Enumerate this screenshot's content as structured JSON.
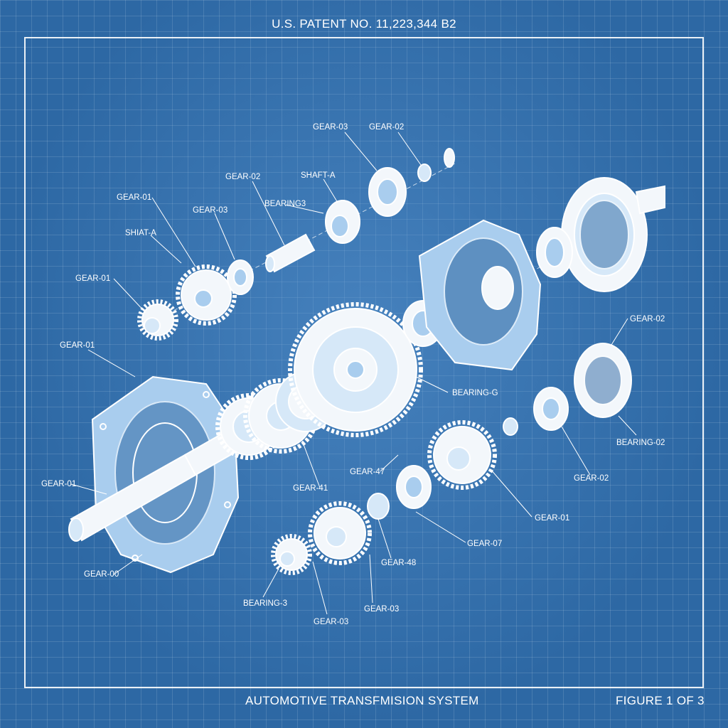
{
  "header": {
    "patent_number": "U.S. PATENT NO. 11,223,344 B2"
  },
  "footer": {
    "title": "AUTOMOTIVE TRANSFMISION SYSTEM",
    "figure": "FIGURE 1 OF 3"
  },
  "labels": {
    "gear03_top": "GEAR-03",
    "gear02_top": "GEAR-02",
    "gear02_upper": "GEAR-02",
    "shaft_a_upper": "SHAFT-A",
    "bearing_upper": "BEARING3",
    "gear01_upper_left": "GEAR-01",
    "gear03_upper_left": "GEAR-03",
    "shaft_a_left": "SHIAT-A",
    "gear01_left": "GEAR-01",
    "gear01_housing": "GEAR-01",
    "gear01_shaft": "GEAR-01",
    "gear00_bottom_left": "GEAR-00",
    "bearing_3_bottom": "BEARING-3",
    "gear03_bottom": "GEAR-03",
    "gear03_bottom_mid": "GEAR-03",
    "gear_41": "GEAR-41",
    "gear_47": "GEAR-47",
    "gear_48": "GEAR-48",
    "gear07_bottom": "GEAR-07",
    "gear01_bottom_right": "GEAR-01",
    "gear02_bottom_right": "GEAR-02",
    "bearing_g": "BEARING-G",
    "gear02_right": "GEAR-02",
    "bearing_02": "BEARING-02"
  },
  "colors": {
    "background": "#2d68a4",
    "line": "#ffffff",
    "accent_fill": "#a9cdee"
  }
}
